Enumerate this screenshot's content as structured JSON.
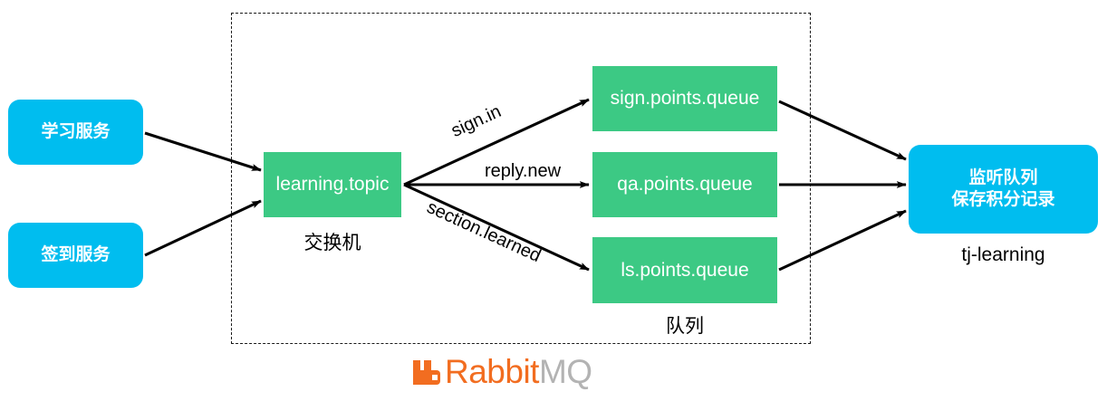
{
  "diagram": {
    "title": "RabbitMQ topic exchange routing diagram",
    "colors": {
      "cyan": "#00bdef",
      "green": "#3cc984",
      "arrow": "#000000",
      "dashed_border": "#1a1a1a",
      "logo_orange": "#f26d20",
      "logo_gray": "#b3b3b3"
    },
    "producers": [
      {
        "label": "学习服务"
      },
      {
        "label": "签到服务"
      }
    ],
    "exchange": {
      "label": "learning.topic",
      "caption": "交换机"
    },
    "queues": [
      {
        "label": "sign.points.queue"
      },
      {
        "label": "qa.points.queue"
      },
      {
        "label": "ls.points.queue"
      }
    ],
    "queues_caption": "队列",
    "routing_keys": [
      {
        "label": "sign.in"
      },
      {
        "label": "reply.new"
      },
      {
        "label": "section.learned"
      }
    ],
    "consumer": {
      "line1": "监听队列",
      "line2": "保存积分记录",
      "caption": "tj-learning"
    },
    "logo": {
      "word1": "Rabbit",
      "word2": "MQ"
    }
  }
}
